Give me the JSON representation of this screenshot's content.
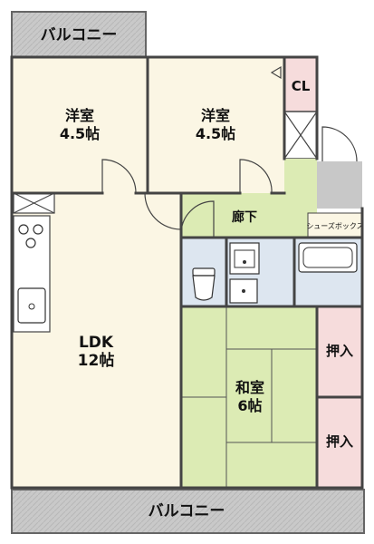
{
  "rooms": {
    "balcony_top": "バルコニー",
    "western_left": {
      "name": "洋室",
      "size": "4.5帖"
    },
    "western_right": {
      "name": "洋室",
      "size": "4.5帖"
    },
    "closet": "CL",
    "hallway": "廊下",
    "shoe_box": "シューズボックス",
    "ldk": {
      "name": "LDK",
      "size": "12帖"
    },
    "washitsu": {
      "name": "和室",
      "size": "6帖"
    },
    "oshiire_upper": "押入",
    "oshiire_lower": "押入",
    "balcony_bottom": "バルコニー"
  },
  "colors": {
    "wood_floor": "#fbf6e4",
    "tatami": "#dcebb4",
    "wet_area": "#dde6f0",
    "oshiire": "#f6dcdc",
    "balcony": "#c8c8c8",
    "entrance": "#c8c8c8",
    "wall": "#444444"
  },
  "icons": [
    "stove-icon",
    "sink-icon",
    "toilet-icon",
    "washbasin-icon",
    "bathtub-icon",
    "washing-machine-pan-icon",
    "storage-cross-icon"
  ]
}
